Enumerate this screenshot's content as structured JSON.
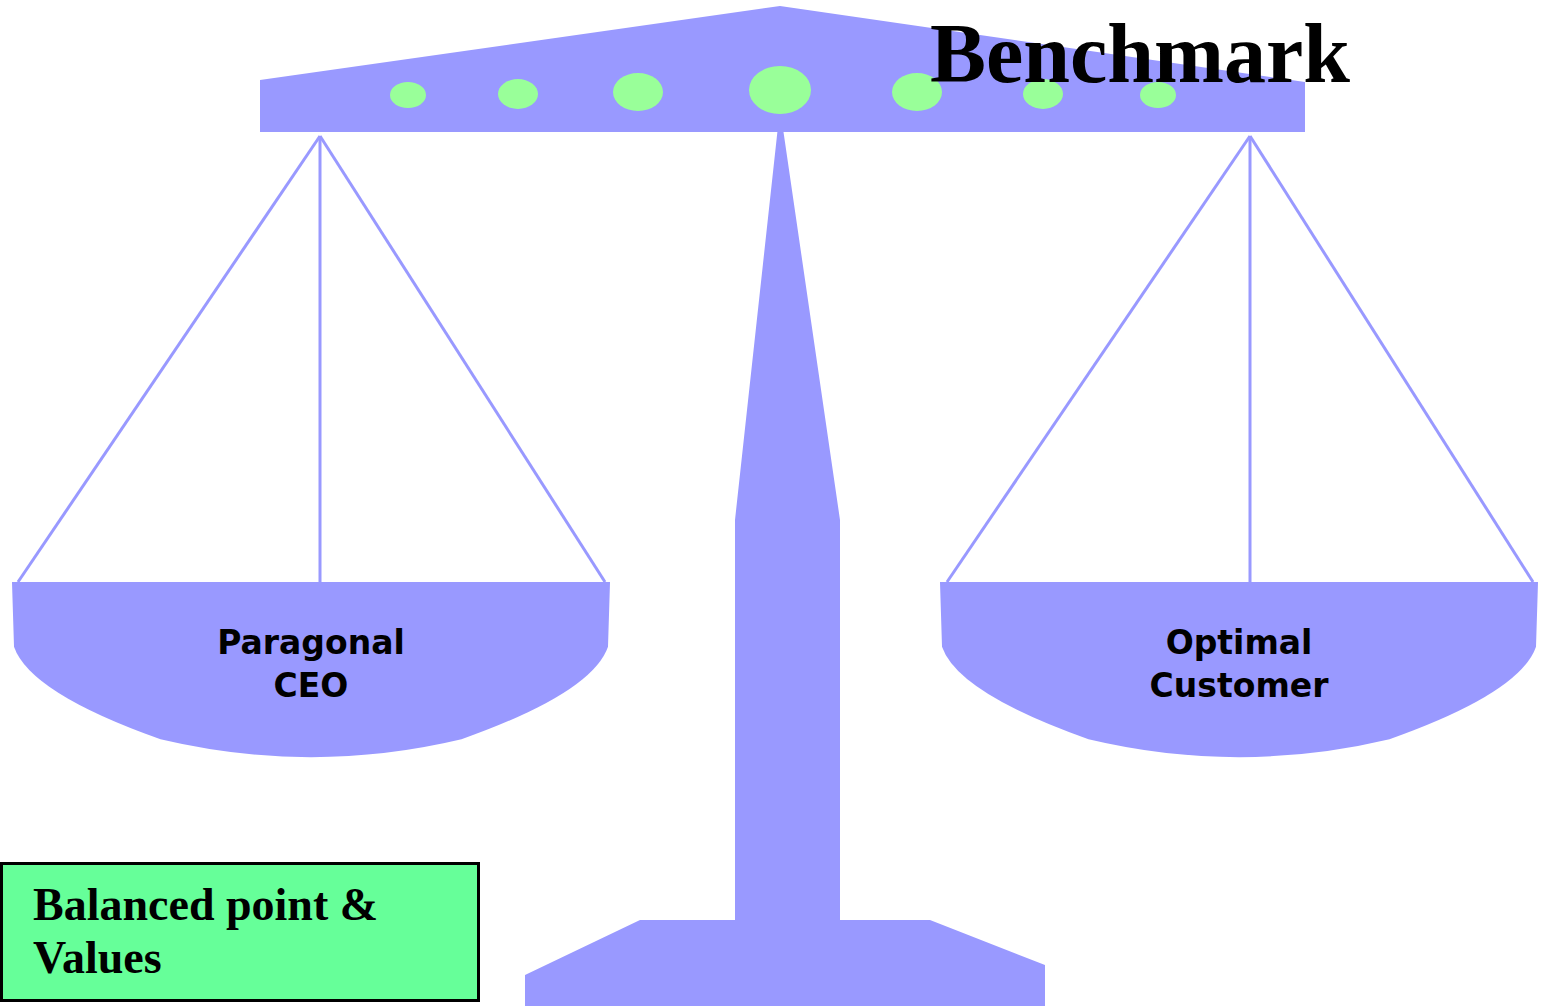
{
  "diagram": {
    "title": "Benchmark",
    "nodes": [
      {
        "text": [
          "Paragonal CEO"
        ]
      },
      {
        "text": [
          "Optimal Customer"
        ]
      },
      {
        "text": [
          "Balanced point & Values"
        ]
      }
    ]
  }
}
